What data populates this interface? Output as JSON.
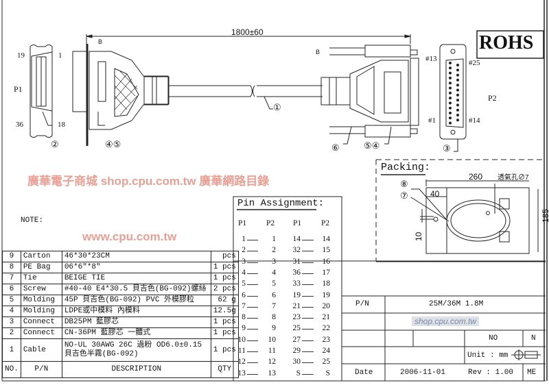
{
  "drawing": {
    "length_dimension": "1800±60",
    "revision_mark": "B",
    "p1": {
      "label": "P1",
      "pin_top_left": "19",
      "pin_top_right": "1",
      "pin_bottom_left": "36",
      "pin_bottom_right": "18"
    },
    "p2": {
      "label": "P2",
      "pin_top_left": "#13",
      "pin_top_right": "#25",
      "pin_bottom_left": "#1",
      "pin_bottom_right": "#14"
    },
    "callouts": [
      "①",
      "②",
      "③",
      "④⑤",
      "⑤④",
      "⑥"
    ],
    "rohs": "ROHS",
    "note_label": "NOTE:"
  },
  "packing": {
    "title": "Packing:",
    "width": "260",
    "height": "185",
    "flap": "40",
    "hole_spacing": "10",
    "vent_hole": "透氣孔∅7",
    "callouts": [
      "⑧",
      "⑦"
    ]
  },
  "pin_assignment": {
    "title": "Pin Assignment:",
    "headers": [
      "P1",
      "P2",
      "P1",
      "P2"
    ],
    "rows": [
      [
        "1",
        "1",
        "14",
        "14"
      ],
      [
        "2",
        "2",
        "32",
        "15"
      ],
      [
        "3",
        "3",
        "31",
        "16"
      ],
      [
        "4",
        "4",
        "36",
        "17"
      ],
      [
        "5",
        "5",
        "33",
        "18"
      ],
      [
        "6",
        "6",
        "19",
        "19"
      ],
      [
        "7",
        "7",
        "21",
        "20"
      ],
      [
        "8",
        "8",
        "23",
        "21"
      ],
      [
        "9",
        "9",
        "25",
        "22"
      ],
      [
        "10",
        "10",
        "27",
        "23"
      ],
      [
        "11",
        "11",
        "29",
        "24"
      ],
      [
        "12",
        "12",
        "30",
        "25"
      ],
      [
        "13",
        "13",
        "S",
        "S"
      ]
    ]
  },
  "bom": {
    "headers": {
      "no": "NO.",
      "pn": "P/N",
      "desc": "DESCRIPTION",
      "qty": "QTY"
    },
    "rows": [
      {
        "no": "9",
        "pn": "Carton",
        "desc": "46*30*23CM",
        "qty": "pcs"
      },
      {
        "no": "8",
        "pn": "PE Bag",
        "desc": "06*6\"*8\"",
        "qty": "1 pcs"
      },
      {
        "no": "7",
        "pn": "Tie",
        "desc": "BEIGE TIE",
        "qty": "1 pcs"
      },
      {
        "no": "6",
        "pn": "Screw",
        "desc": "#40-40 E4*30.5 貝吉色(BG-092)螺絲",
        "qty": "2 pcs"
      },
      {
        "no": "5",
        "pn": "Molding",
        "desc": "45P 貝吉色(BG-092) PVC 外模膠粒",
        "qty": "62 g"
      },
      {
        "no": "4",
        "pn": "Molding",
        "desc": "LDPE或中模料 內模料",
        "qty": "12.5g"
      },
      {
        "no": "3",
        "pn": "Connect",
        "desc": "DB25PM 藍膠芯",
        "qty": "1 pcs"
      },
      {
        "no": "2",
        "pn": "Connect",
        "desc": "CN-36PM 藍膠芯 一體式",
        "qty": "1 pcs"
      },
      {
        "no": "1",
        "pn": "Cable",
        "desc": "NO-UL 30AWG 26C 過粉 OD6.0±0.15",
        "desc2": "貝吉色半霧(BG-092)",
        "qty": "1 pcs"
      }
    ]
  },
  "title_block": {
    "pn_label": "P/N",
    "pn_value": "25M/36M 1.8M",
    "no_label": "NO",
    "no_value": "N",
    "unit": "Unit : mm",
    "date_label": "Date",
    "date_value": "2006-11-01",
    "rev": "Rev : 1.00",
    "me": "ME"
  },
  "watermark": {
    "text1": "廣華電子商城 shop.cpu.com.tw 廣華網路目錄",
    "text2": "www.cpu.com.tw",
    "corner": "shop.cpu.com.tw"
  }
}
